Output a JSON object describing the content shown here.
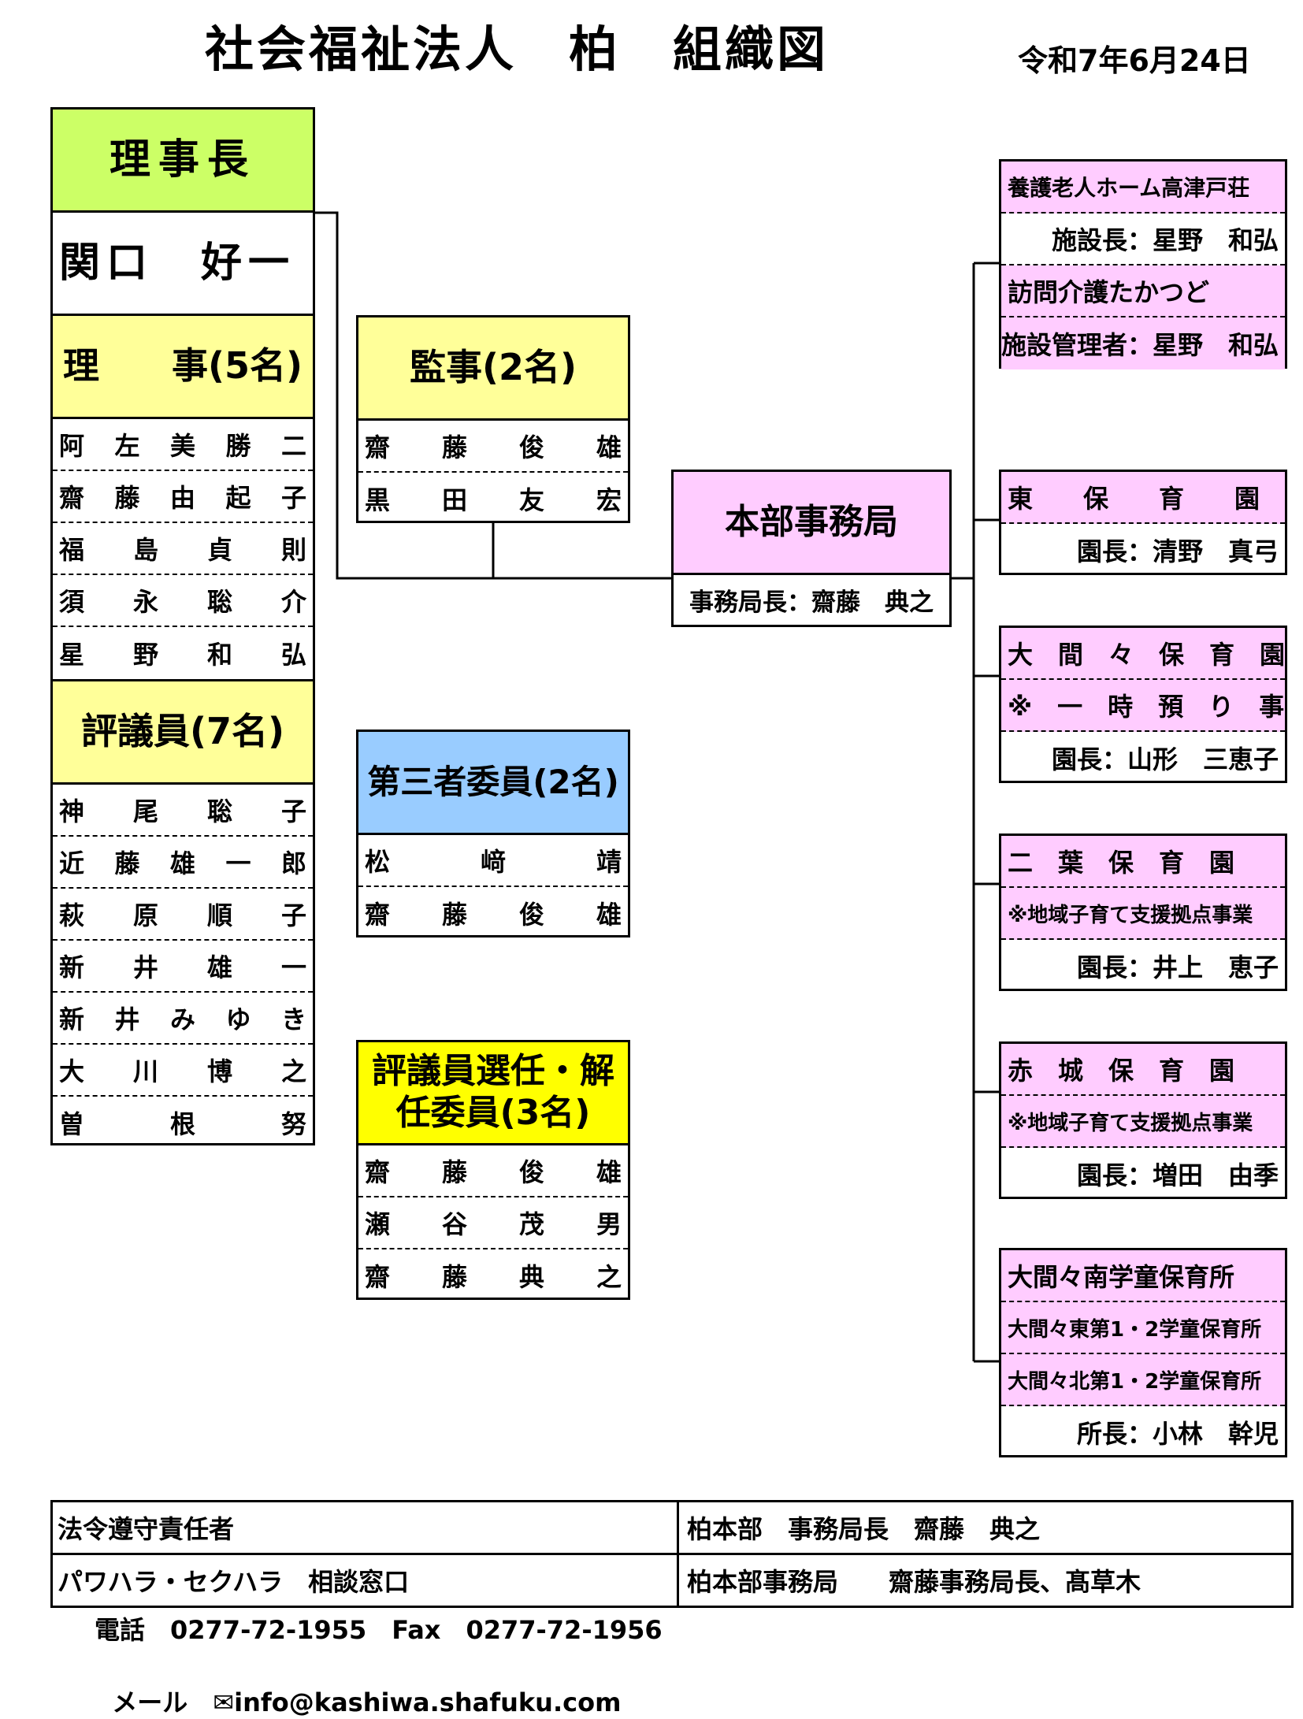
{
  "title": "社会福祉法人　柏　組織図",
  "date": "令和7年6月24日",
  "chairman": {
    "header": "理事長",
    "name": "関口　好一"
  },
  "directors": {
    "header": "理　　事(5名)",
    "members": [
      [
        "阿",
        "左",
        "美",
        "勝",
        "二"
      ],
      [
        "齋",
        "藤",
        "由",
        "起",
        "子"
      ],
      [
        "福",
        "島",
        "貞",
        "則"
      ],
      [
        "須",
        "永",
        "聡",
        "介"
      ],
      [
        "星",
        "野",
        "和",
        "弘"
      ]
    ]
  },
  "councilors": {
    "header": "評議員(7名)",
    "members": [
      [
        "神",
        "尾",
        "聡",
        "子"
      ],
      [
        "近",
        "藤",
        "雄",
        "一",
        "郎"
      ],
      [
        "萩",
        "原",
        "順",
        "子"
      ],
      [
        "新",
        "井",
        "雄",
        "一"
      ],
      [
        "新",
        "井",
        "み",
        "ゆ",
        "き"
      ],
      [
        "大",
        "川",
        "博",
        "之"
      ],
      [
        "曽",
        "根",
        "努"
      ]
    ]
  },
  "auditors": {
    "header": "監事(2名)",
    "members": [
      [
        "齋",
        "藤",
        "俊",
        "雄"
      ],
      [
        "黒",
        "田",
        "友",
        "宏"
      ]
    ]
  },
  "third_party": {
    "header": "第三者委員(2名)",
    "members": [
      [
        "松",
        "﨑",
        "靖"
      ],
      [
        "齋",
        "藤",
        "俊",
        "雄"
      ]
    ]
  },
  "selection": {
    "header_line1": "評議員選任・解",
    "header_line2": "任委員(3名)",
    "members": [
      [
        "齋",
        "藤",
        "俊",
        "雄"
      ],
      [
        "瀬",
        "谷",
        "茂",
        "男"
      ],
      [
        "齋",
        "藤",
        "典",
        "之"
      ]
    ]
  },
  "head_office": {
    "header": "本部事務局",
    "chief": "事務局長：齋藤　典之"
  },
  "facilities": [
    {
      "rows": [
        "養護老人ホーム高津戸荘",
        "施設長：星野　和弘",
        "訪問介護たかつど",
        "施設管理者：星野　和弘"
      ]
    },
    {
      "rows": [
        "東　　保　　育　　園",
        "園長：清野　真弓"
      ]
    },
    {
      "rows": [
        "大　間　々　保　育　園",
        "※　一　時　預　り　事　業",
        "園長：山形　三恵子"
      ]
    },
    {
      "rows": [
        "二　葉　保　育　園",
        "※地域子育て支援拠点事業",
        "園長：井上　恵子"
      ]
    },
    {
      "rows": [
        "赤　城　保　育　園",
        "※地域子育て支援拠点事業",
        "園長：増田　由季"
      ]
    },
    {
      "rows": [
        "大間々南学童保育所",
        "大間々東第1・2学童保育所",
        "大間々北第1・2学童保育所",
        "所長：小林　幹児"
      ]
    }
  ],
  "compliance": {
    "row1_left": "法令遵守責任者",
    "row1_right": "柏本部　事務局長　齋藤　典之",
    "row2_left": "パワハラ・セクハラ　相談窓口",
    "row2_right": "柏本部事務局　　齋藤事務局長、髙草木"
  },
  "contact": {
    "phone": "電話　0277-72-1955　Fax　0277-72-1956",
    "email_label": "メール",
    "email": "✉info@kashiwa.shafuku.com"
  },
  "colors": {
    "green": "#ccff66",
    "yellow": "#ffff99",
    "bright_yellow": "#ffff00",
    "pink": "#ffccff",
    "blue": "#99ccff"
  }
}
